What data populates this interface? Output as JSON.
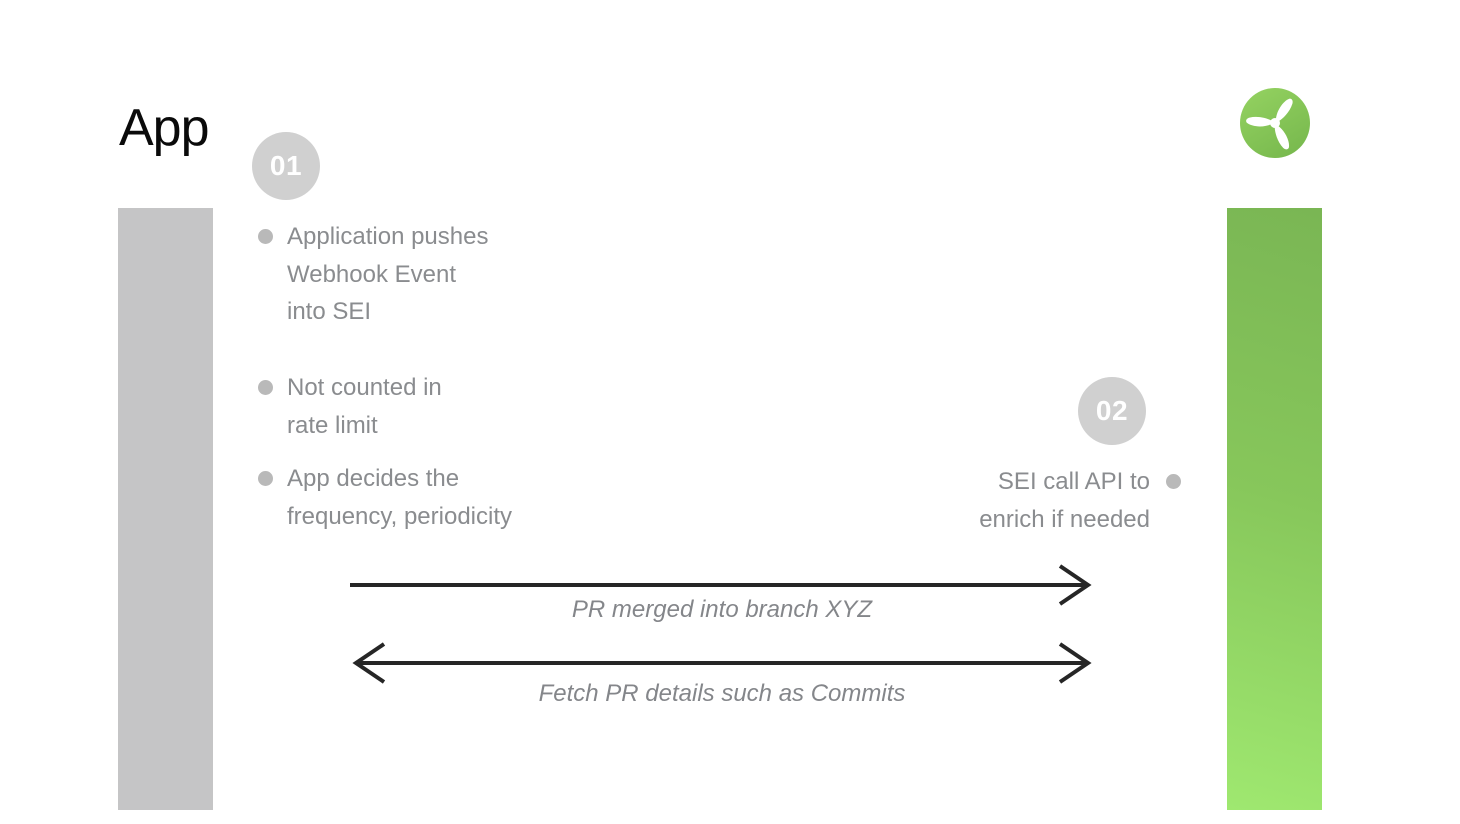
{
  "title": "App",
  "logo": {
    "icon": "propeller-icon"
  },
  "steps": [
    {
      "number": "01"
    },
    {
      "number": "02"
    }
  ],
  "left_column": {
    "items": [
      {
        "lines": [
          "Application pushes",
          "Webhook Event",
          "into SEI"
        ]
      },
      {
        "lines": [
          "Not counted in",
          "rate limit"
        ]
      },
      {
        "lines": [
          "App decides the",
          "frequency, periodicity"
        ]
      }
    ]
  },
  "right_column": {
    "items": [
      {
        "lines": [
          "SEI call API to",
          "enrich if needed"
        ]
      }
    ]
  },
  "arrows": [
    {
      "label": "PR merged into branch XYZ",
      "direction": "right"
    },
    {
      "label": "Fetch PR details such as Commits",
      "direction": "both"
    }
  ],
  "colors": {
    "background": "#ffffff",
    "title_text": "#0a0a0a",
    "body_text": "#8a8c8f",
    "bullet_dot": "#b9b9b9",
    "badge_background": "#d0d0d0",
    "badge_text": "#ffffff",
    "left_bar": "#c5c5c6",
    "right_bar_gradient_top": "#7ab654",
    "right_bar_gradient_bottom": "#9fe870",
    "logo_green_top": "#93d160",
    "logo_green_bottom": "#78b94e",
    "arrow": "#262626",
    "arrow_label_text": "#84868a"
  }
}
